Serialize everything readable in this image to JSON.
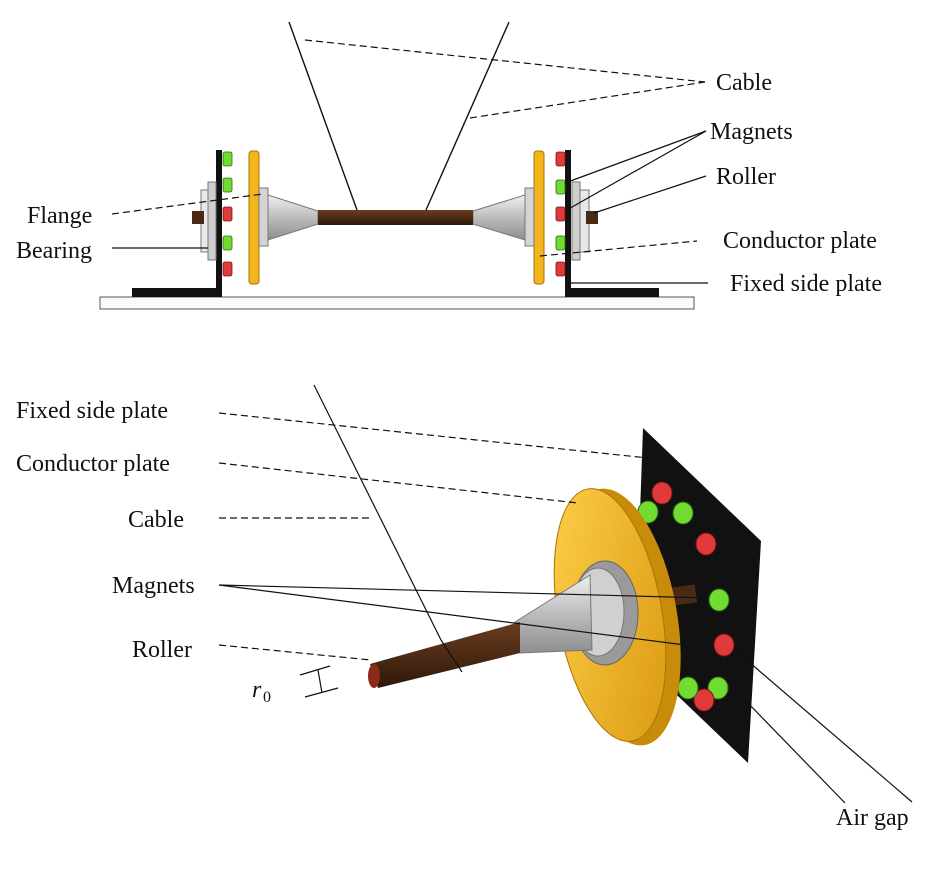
{
  "diagram": {
    "side_view": {
      "labels": {
        "cable": "Cable",
        "magnets": "Magnets",
        "roller": "Roller",
        "conductor_plate": "Conductor plate",
        "fixed_side_plate": "Fixed side plate",
        "flange": "Flange",
        "bearing": "Bearing"
      }
    },
    "iso_view": {
      "labels": {
        "fixed_side_plate": "Fixed side plate",
        "conductor_plate": "Conductor plate",
        "cable": "Cable",
        "magnets": "Magnets",
        "roller": "Roller",
        "radius_symbol": "r",
        "radius_subscript": "0",
        "air_gap": "Air gap"
      }
    },
    "colors": {
      "magnet_red": "#e03a3a",
      "magnet_green": "#6fdc2f",
      "conductor_yellow": "#f2b51b",
      "roller_brown": "#4a2a14",
      "steel_grey": "#bdbdbd",
      "plate_black": "#111111"
    }
  }
}
